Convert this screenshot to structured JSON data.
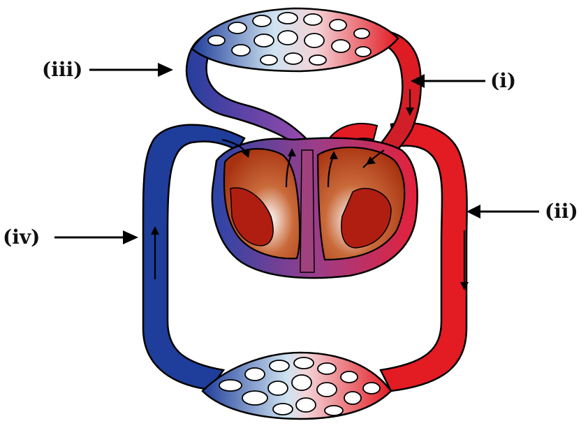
{
  "labels": {
    "i": "(i)",
    "ii": "(ii)",
    "iii": "(iii)",
    "iv": "(iv)"
  },
  "colors": {
    "oxygenated": "#e31b23",
    "deoxygenated": "#1f3d9a",
    "mixed": "#8a4ab0",
    "heart_muscle": "#b3400f",
    "outline": "#000000"
  }
}
